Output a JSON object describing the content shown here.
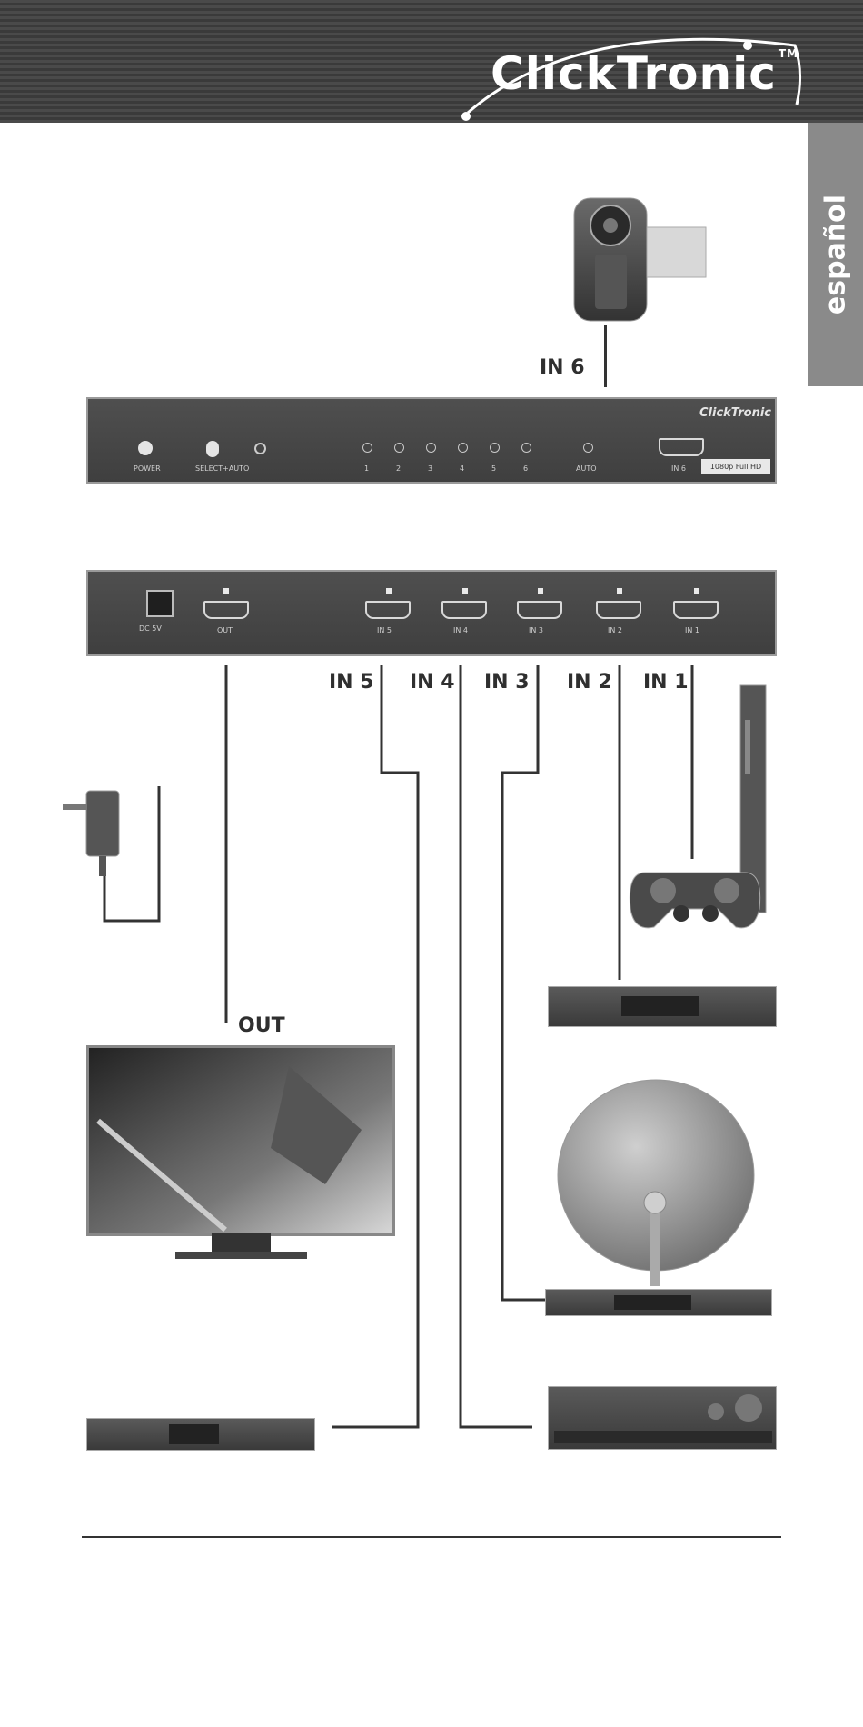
{
  "header": {
    "logo_text": "ClickTronic",
    "logo_tm": "TM"
  },
  "language_tab": "español",
  "labels": {
    "in6": "IN 6",
    "in5": "IN 5",
    "in4": "IN 4",
    "in3": "IN 3",
    "in2": "IN 2",
    "in1": "IN 1",
    "out": "OUT"
  },
  "front_panel": {
    "power": "POWER",
    "select_auto": "SELECT+AUTO",
    "leds": [
      "1",
      "2",
      "3",
      "4",
      "5",
      "6",
      "AUTO"
    ],
    "in6_port": "IN 6",
    "brand": "ClickTronic",
    "badge": "1080p Full HD"
  },
  "back_panel": {
    "dc_label": "DC 5V",
    "out_label": "OUT",
    "ports": [
      "IN 5",
      "IN 4",
      "IN 3",
      "IN 2",
      "IN 1"
    ]
  },
  "colors": {
    "header": "#3f3f3f",
    "tab": "#8a8a8a",
    "panel": "#474747"
  }
}
